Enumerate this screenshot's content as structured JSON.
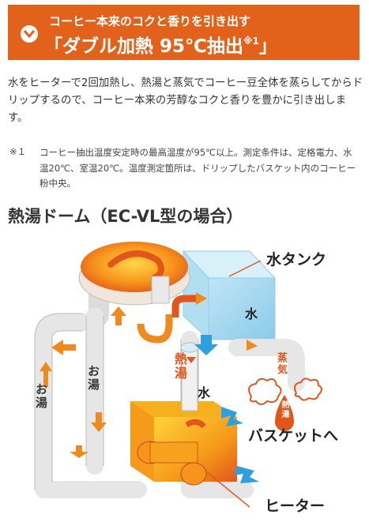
{
  "header": {
    "subtitle": "コーヒー本来のコクと香りを引き出す",
    "title": "「ダブル加熱 95℃抽出",
    "title_note": "※1",
    "title_close": "」",
    "icon": "chevron-down-circle-icon",
    "bg_color": "#e2621b"
  },
  "body": {
    "text": "水をヒーターで2回加熱し、熱湯と蒸気でコーヒー豆全体を蒸らしてからドリップするので、コーヒー本来の芳醇なコクと香りを豊かに引き出します。"
  },
  "footnote": {
    "mark": "※１",
    "text": "コーヒー抽出温度安定時の最高温度が95℃以上。測定条件は、定格電力、水温20℃、室温20℃。温度測定箇所は、ドリップしたバスケット内のコーヒー粉中央。"
  },
  "diagram": {
    "title": "熱湯ドーム（EC-VL型の場合）",
    "labels": {
      "water_tank": "水タンク",
      "water_in_tank": "水",
      "hot_water_center": "熱湯",
      "water_center": "水",
      "steam": "蒸気",
      "hot_water_drop": "熱湯",
      "to_basket": "バスケットへ",
      "heater": "ヒーター",
      "hot_water_left": "お湯",
      "hot_water_mid": "お湯"
    },
    "colors": {
      "tank": "#9fd6ef",
      "heat": "#e2621b",
      "arrow_blue": "#2ea0e0",
      "arrow_orange": "#f08a1c",
      "pipe": "#ededed"
    }
  }
}
